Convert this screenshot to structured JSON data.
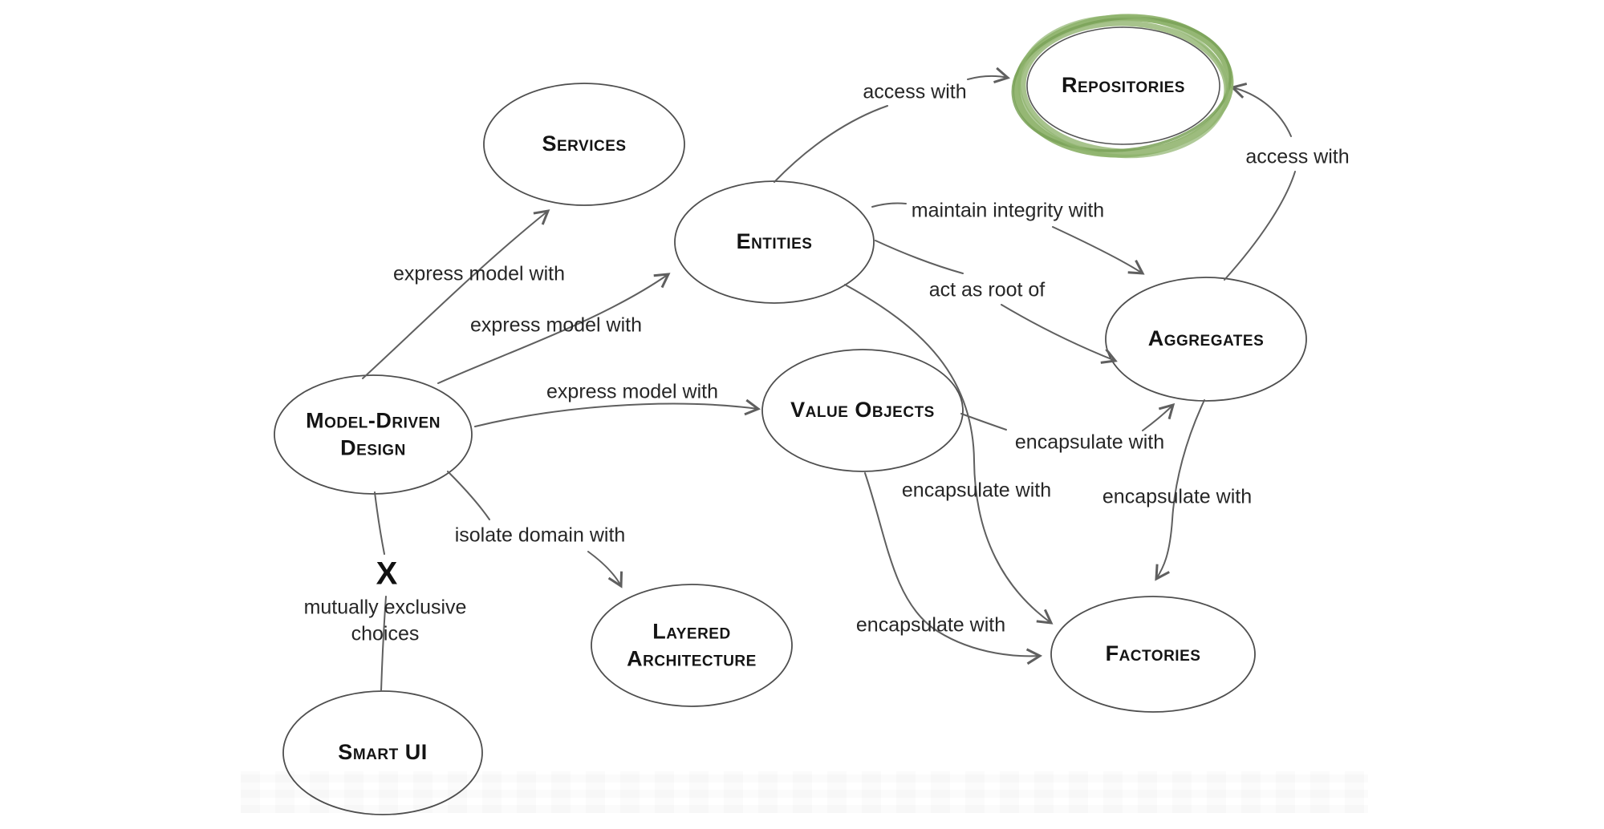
{
  "diagram_type": "concept-map",
  "subject": "domain-driven-design-pattern-map",
  "colors": {
    "highlight_green": "#8fb36d",
    "highlight_green_light": "#9dbd80",
    "highlight_green_dark": "#7aa258",
    "ellipse_stroke": "#4f4f4f",
    "edge_stroke": "#5f5f5f",
    "node_text": "#141414",
    "edge_text": "#262626"
  },
  "nodes": {
    "services": {
      "label": "Services"
    },
    "repositories": {
      "label": "Repositories",
      "highlighted": true
    },
    "entities": {
      "label": "Entities"
    },
    "aggregates": {
      "label": "Aggregates"
    },
    "mdd": {
      "line1": "Model-Driven",
      "line2": "Design"
    },
    "value_objects": {
      "label": "Value Objects"
    },
    "layered": {
      "line1": "Layered",
      "line2": "Architecture"
    },
    "factories": {
      "label": "Factories"
    },
    "smart_ui": {
      "label": "Smart UI"
    }
  },
  "edges": {
    "mdd_services": {
      "label": "express model with"
    },
    "mdd_entities": {
      "label": "express model with"
    },
    "mdd_value_objects": {
      "label": "express model with"
    },
    "mdd_layered": {
      "label": "isolate domain with"
    },
    "entities_repositories": {
      "label": "access with"
    },
    "aggregates_repositories": {
      "label": "access with"
    },
    "entities_aggregates_integrity": {
      "label": "maintain integrity with"
    },
    "entities_aggregates_root": {
      "label": "act as root of"
    },
    "value_objects_aggregates": {
      "label": "encapsulate with"
    },
    "entities_factories": {
      "label": "encapsulate with"
    },
    "aggregates_factories": {
      "label": "encapsulate with"
    },
    "value_objects_factories": {
      "label": "encapsulate with"
    }
  },
  "exclusive_choice": {
    "symbol": "X",
    "line1": "mutually exclusive",
    "line2": "choices"
  }
}
